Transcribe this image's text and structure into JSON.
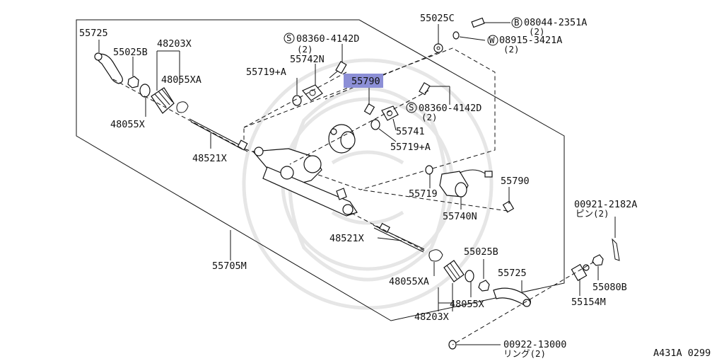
{
  "labels": {
    "p55725_top": "55725",
    "p55025b_top": "55025B",
    "p48203x_top": "48203X",
    "p48055xa_top": "48055XA",
    "p48055x_top": "48055X",
    "p48521x_top": "48521X",
    "p55719a_top": "55719+A",
    "p55742n": "55742N",
    "s08360_top": "08360-4142D",
    "s08360_top_qty": "(2)",
    "p55025c": "55025C",
    "b08044": "08044-2351A",
    "b08044_qty": "(2)",
    "w08915": "08915-3421A",
    "w08915_qty": "(2)",
    "p55790_highlight": "55790",
    "s08360_mid": "08360-4142D",
    "s08360_mid_qty": "(2)",
    "p55741": "55741",
    "p55719a_mid": "55719+A",
    "p55719": "55719",
    "p55790": "55790",
    "p55740n": "55740N",
    "p00921": "00921-2182A",
    "p00921_sub": "ピン(2)",
    "p55705m": "55705M",
    "p48521x_bot": "48521X",
    "p55025b_bot": "55025B",
    "p55725_bot": "55725",
    "p48055xa_bot": "48055XA",
    "p48055x_bot": "48055X",
    "p48203x_bot": "48203X",
    "p55154m": "55154M",
    "p55080b": "55080B",
    "p00922": "00922-13000",
    "p00922_sub": "リング(2)",
    "diagram_code": "A431A 0299",
    "mark_s": "S",
    "mark_b": "B",
    "mark_w": "W"
  },
  "colors": {
    "highlight": "#8c8fd6",
    "ink": "#111111",
    "watermark": "#e6e6e6"
  }
}
